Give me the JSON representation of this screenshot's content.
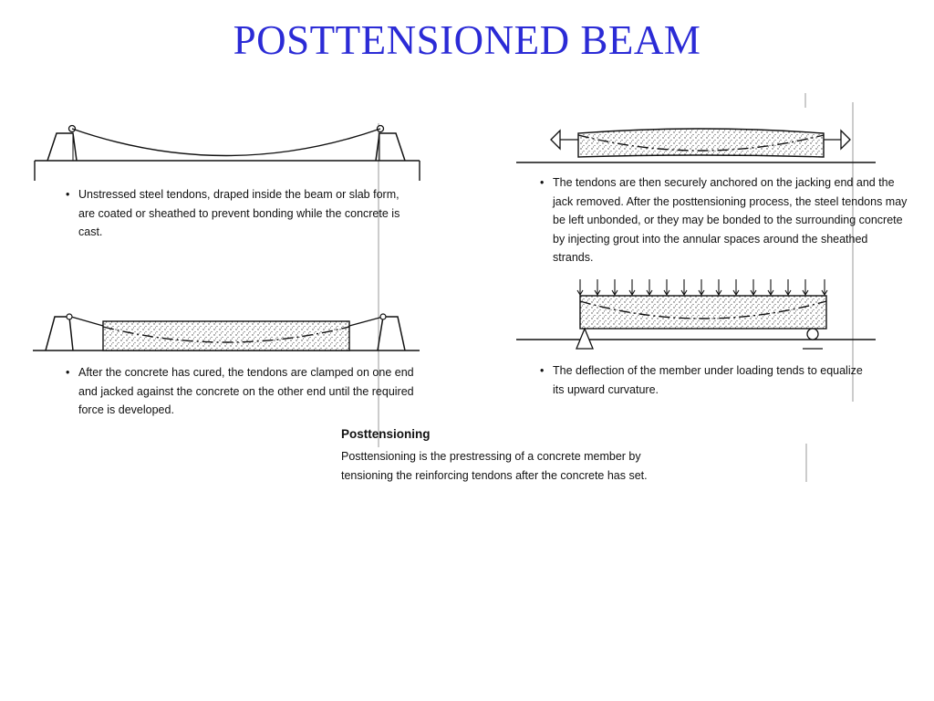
{
  "title": "POSTTENSIONED  BEAM",
  "steps": [
    {
      "bullet": "•",
      "text": "Unstressed steel tendons, draped inside the beam or slab form, are coated or sheathed to prevent bonding while the concrete is cast."
    },
    {
      "bullet": "•",
      "text": "After the concrete has cured, the tendons are clamped on one end and jacked against the concrete on the other end until the required force is developed."
    },
    {
      "bullet": "•",
      "text": "The tendons are then securely anchored on the jacking end and the jack removed. After the posttensioning process, the steel tendons may be left unbonded, or they may be  bonded to the surrounding concrete by injecting grout into the annular spaces around the sheathed strands."
    },
    {
      "bullet": "•",
      "text": "The deflection of the member under loading tends to equalize its upward curvature."
    }
  ],
  "definition": {
    "heading": "Posttensioning",
    "body": "Posttensioning is the prestressing of a concrete member by tensioning the reinforcing tendons after the concrete has set."
  },
  "colors": {
    "title": "#2b2bd6",
    "ink": "#111111"
  }
}
